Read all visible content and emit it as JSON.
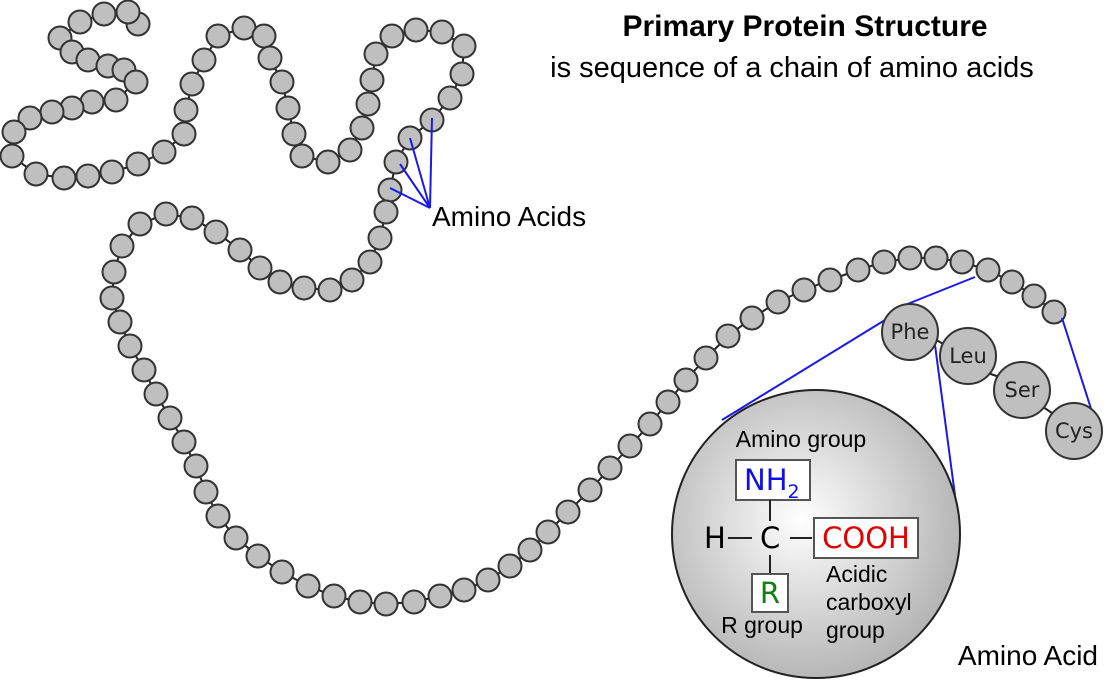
{
  "title": "Primary Protein Structure",
  "subtitle": "is sequence of a chain of amino acids",
  "amino_acids_label": "Amino Acids",
  "amino_acid_label": "Amino Acid",
  "highlighted_residues": [
    "Phe",
    "Leu",
    "Ser",
    "Cys"
  ],
  "structure": {
    "amino_group_label": "Amino group",
    "nh2_main": "NH",
    "nh2_sub": "2",
    "h_atom": "H",
    "c_atom": "C",
    "cooh": "COOH",
    "r": "R",
    "r_group_label": "R group",
    "acidic_line1": "Acidic",
    "acidic_line2": "carboxyl",
    "acidic_line3": "group"
  },
  "colors": {
    "bead_fill": "#bfbfbf",
    "bead_stroke": "#333333",
    "pointer": "#1a1ae6",
    "amino_group": "#1010e0",
    "carboxyl": "#e00000",
    "r_group": "#108010"
  }
}
